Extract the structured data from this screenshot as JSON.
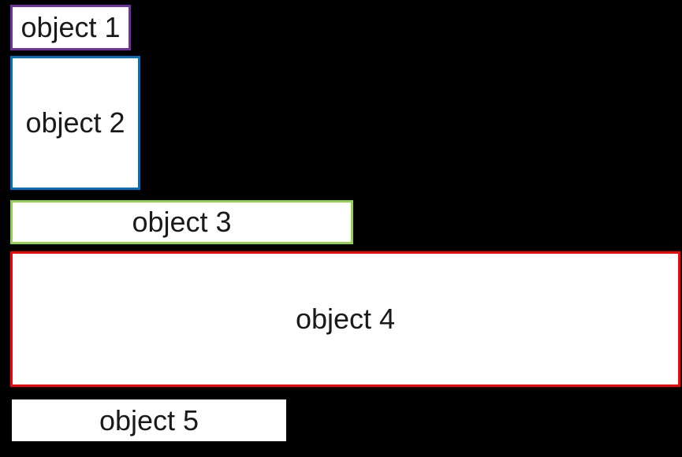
{
  "canvas": {
    "background_color": "#000000",
    "box_fill_color": "#FFFFFF",
    "text_color": "#1A1A1A"
  },
  "objects": [
    {
      "label": "object 1",
      "border_color": "#7030A0"
    },
    {
      "label": "object 2",
      "border_color": "#0070C0"
    },
    {
      "label": "object 3",
      "border_color": "#92D050"
    },
    {
      "label": "object 4",
      "border_color": "#FF0000"
    },
    {
      "label": "object 5",
      "border_color": null
    }
  ]
}
